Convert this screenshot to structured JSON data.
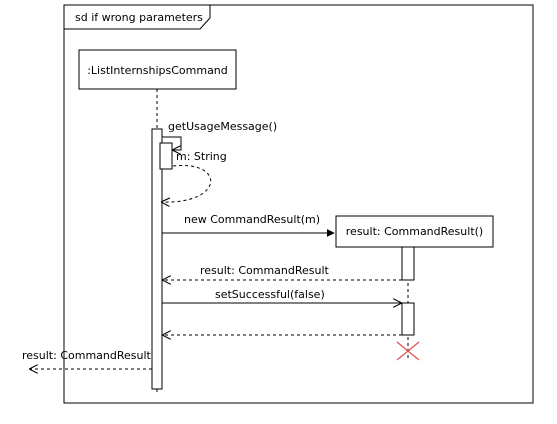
{
  "frame": {
    "label": "sd if wrong parameters"
  },
  "participants": {
    "command": {
      "label": ":ListInternshipsCommand"
    },
    "result": {
      "label": "result: CommandResult()"
    }
  },
  "messages": {
    "get_usage": {
      "label": "getUsageMessage()"
    },
    "return_m": {
      "label": "m: String"
    },
    "new_result": {
      "label": "new CommandResult(m)"
    },
    "return_result": {
      "label": "result: CommandResult"
    },
    "set_successful": {
      "label": "setSuccessful(false)"
    },
    "final_return": {
      "label": "result: CommandResult"
    }
  },
  "colors": {
    "line": "#000000",
    "destroy": "#e05252",
    "background": "#ffffff"
  }
}
